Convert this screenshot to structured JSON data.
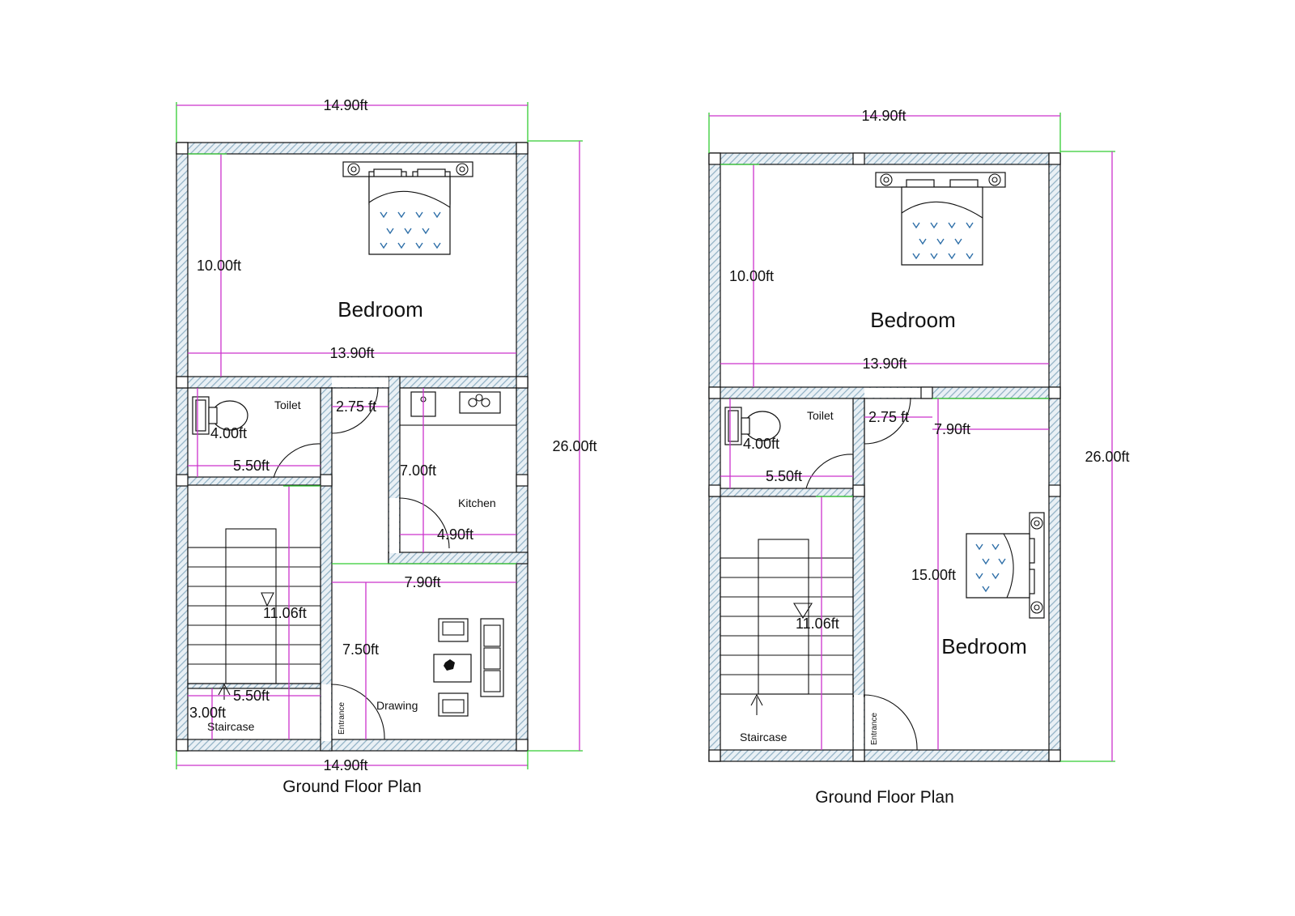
{
  "plans": [
    {
      "title": "Ground Floor Plan",
      "rooms": {
        "bedroom": "Bedroom",
        "toilet": "Toilet",
        "kitchen": "Kitchen",
        "drawing": "Drawing",
        "staircase": "Staircase",
        "entrance": "Entrance"
      },
      "dimensions": {
        "top_width": "14.90ft",
        "bottom_width": "14.90ft",
        "total_height": "26.00ft",
        "bedroom_height": "10.00ft",
        "bedroom_width": "13.90ft",
        "passage_width": "2.75 ft",
        "toilet_height": "4.00ft",
        "toilet_width": "5.50ft",
        "kitchen_height": "7.00ft",
        "kitchen_width": "4.90ft",
        "drawing_width": "7.90ft",
        "drawing_height": "7.50ft",
        "stair_height": "11.06ft",
        "landing_width": "5.50ft",
        "landing_height": "3.00ft"
      }
    },
    {
      "title": "Ground Floor Plan",
      "rooms": {
        "bedroom_top": "Bedroom",
        "bedroom_right": "Bedroom",
        "toilet": "Toilet",
        "staircase": "Staircase",
        "entrance": "Entrance"
      },
      "dimensions": {
        "top_width": "14.90ft",
        "total_height": "26.00ft",
        "bedroom_height": "10.00ft",
        "bedroom_width": "13.90ft",
        "passage_width": "2.75 ft",
        "right_bedroom_width": "7.90ft",
        "toilet_height": "4.00ft",
        "toilet_width": "5.50ft",
        "right_bedroom_height": "15.00ft",
        "stair_height": "11.06ft"
      }
    }
  ],
  "colors": {
    "dimension_line": "#cc33cc",
    "extension_line": "#33cc33",
    "wall_hatch": "#9fb9c9",
    "bed_pattern": "#2f6fa8"
  }
}
